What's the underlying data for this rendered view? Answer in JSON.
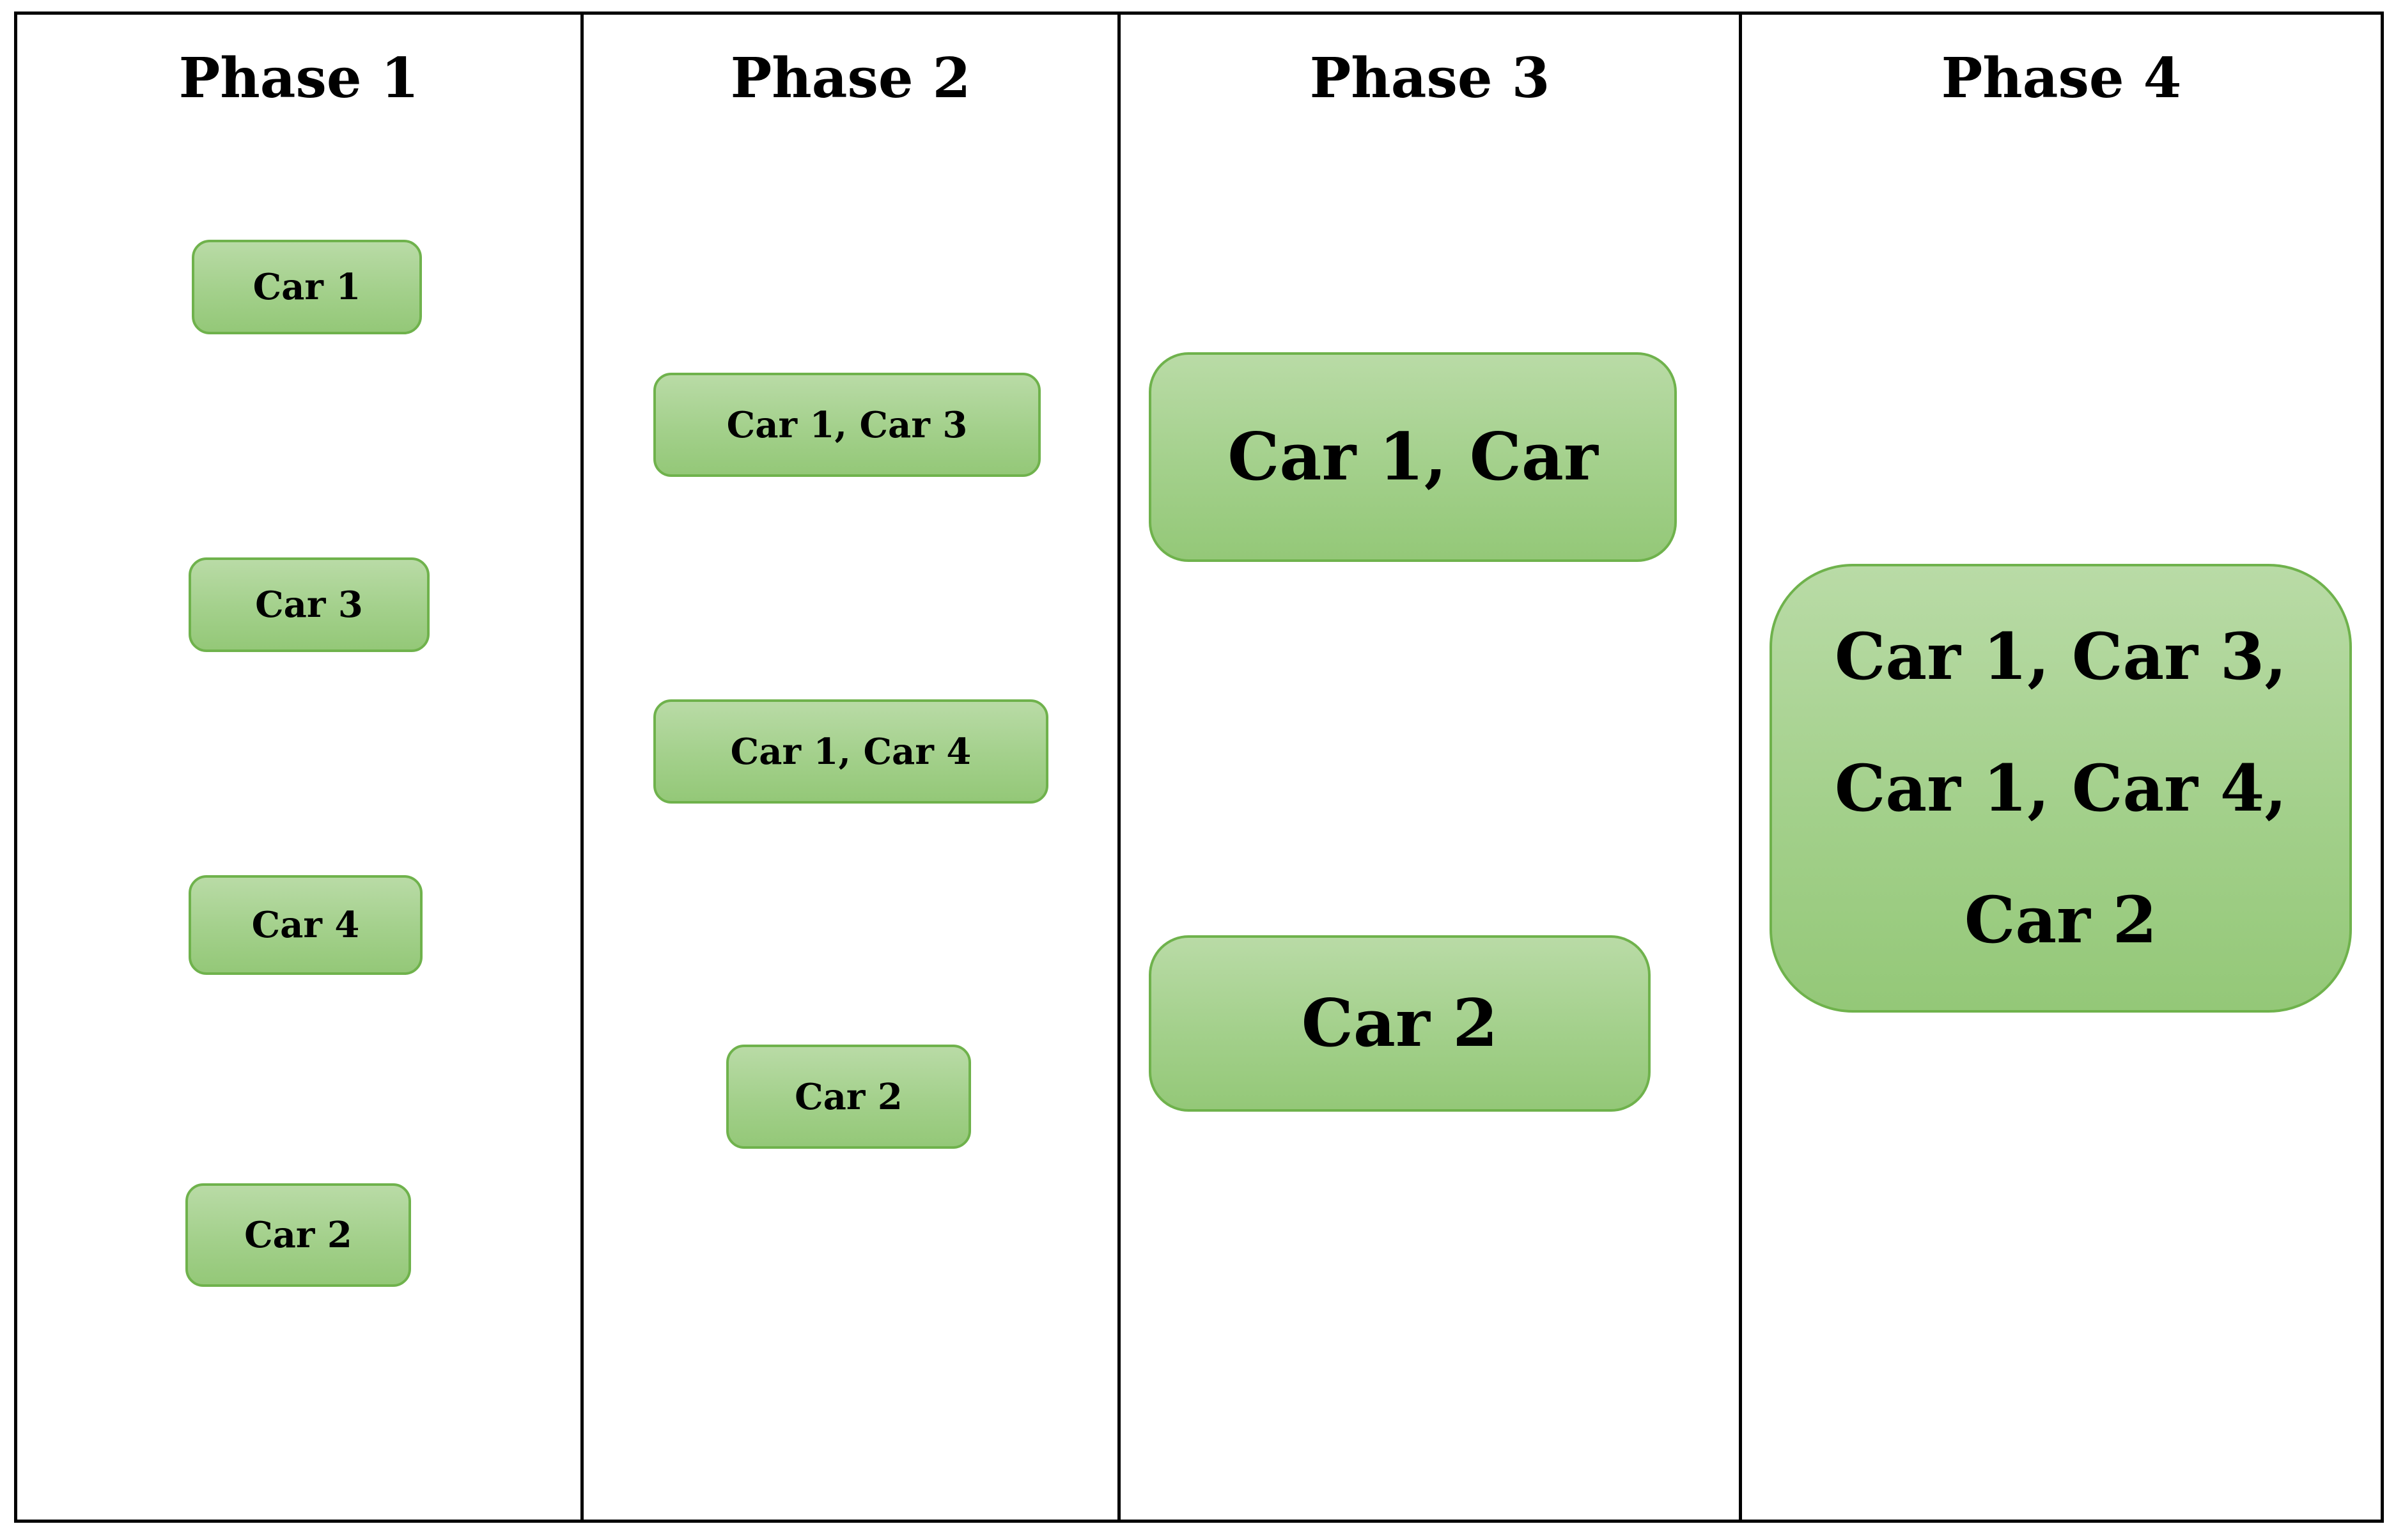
{
  "phases": [
    {
      "title": "Phase 1",
      "items": [
        "Car 1",
        "Car 3",
        "Car 4",
        "Car 2"
      ]
    },
    {
      "title": "Phase 2",
      "items": [
        "Car 1, Car 3",
        "Car 1, Car 4",
        "Car 2"
      ]
    },
    {
      "title": "Phase 3",
      "items": [
        "Car 1, Car",
        "Car 2"
      ]
    },
    {
      "title": "Phase 4",
      "items": [
        "Car 1, Car 3, Car 1, Car 4, Car 2"
      ]
    }
  ],
  "colors": {
    "box_fill_top": "#b9dba6",
    "box_fill_bottom": "#94c878",
    "box_border": "#6fb24c",
    "lines": "#000000"
  }
}
